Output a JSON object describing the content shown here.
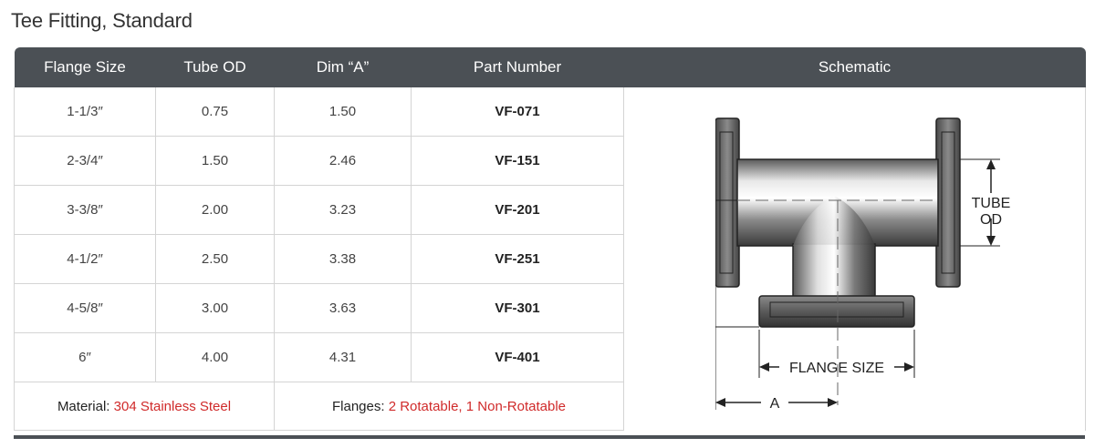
{
  "title": "Tee Fitting, Standard",
  "columns": [
    "Flange Size",
    "Tube OD",
    "Dim “A”",
    "Part Number",
    "Schematic"
  ],
  "rows": [
    {
      "flange": "1-1/3″",
      "tube_od": "0.75",
      "dim_a": "1.50",
      "part": "VF-071"
    },
    {
      "flange": "2-3/4″",
      "tube_od": "1.50",
      "dim_a": "2.46",
      "part": "VF-151"
    },
    {
      "flange": "3-3/8″",
      "tube_od": "2.00",
      "dim_a": "3.23",
      "part": "VF-201"
    },
    {
      "flange": "4-1/2″",
      "tube_od": "2.50",
      "dim_a": "3.38",
      "part": "VF-251"
    },
    {
      "flange": "4-5/8″",
      "tube_od": "3.00",
      "dim_a": "3.63",
      "part": "VF-301"
    },
    {
      "flange": "6″",
      "tube_od": "4.00",
      "dim_a": "4.31",
      "part": "VF-401"
    }
  ],
  "footer": {
    "material_label": "Material:",
    "material_value": "304 Stainless Steel",
    "flanges_label": "Flanges:",
    "flanges_value": "2 Rotatable, 1 Non-Rotatable"
  },
  "schematic": {
    "tube_label_1": "TUBE",
    "tube_label_2": "OD",
    "a_label": "A",
    "a_label_bottom": "A",
    "flange_size_label": "FLANGE SIZE"
  },
  "colors": {
    "header_bg": "#4b5055",
    "accent_red": "#d02a2a",
    "grid": "#d4d4d4"
  }
}
